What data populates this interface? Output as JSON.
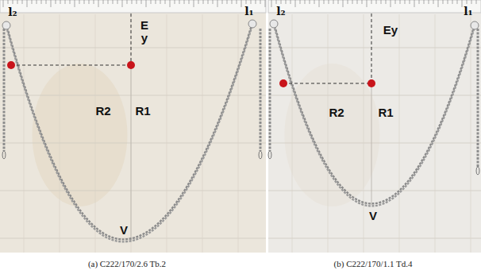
{
  "diagram": {
    "labels": [
      "l₂",
      "l₁",
      "E y",
      "R2",
      "R1",
      "V",
      "(a) C222/170/2.6 Tb.2",
      "l₂",
      "l₁",
      "Ey",
      "R2",
      "R1",
      "V",
      "(b) C222/170/1.1 Td.4"
    ]
  }
}
